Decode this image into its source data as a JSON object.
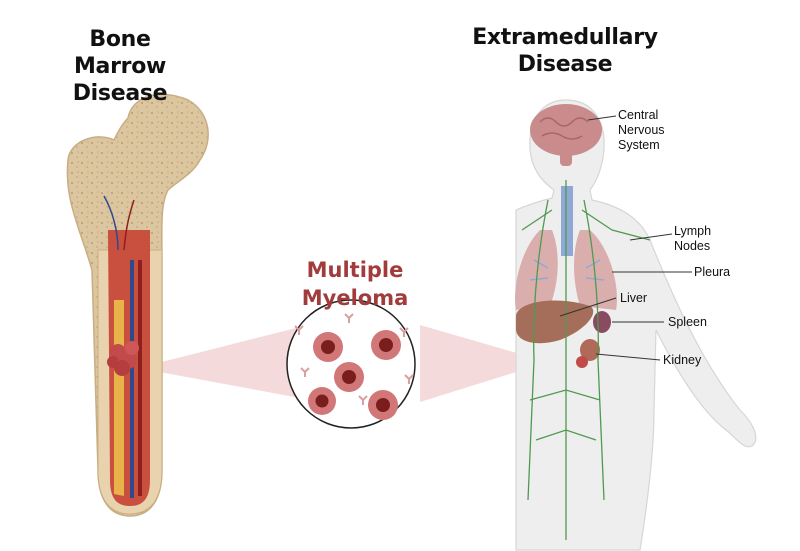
{
  "headings": {
    "left": {
      "line1": "Bone Marrow",
      "line2": "Disease"
    },
    "right": {
      "line1": "Extramedullary",
      "line2": "Disease"
    }
  },
  "center": {
    "line1": "Multiple",
    "line2": "Myeloma"
  },
  "labels": {
    "cns": {
      "line1": "Central",
      "line2": "Nervous",
      "line3": "System"
    },
    "lymph": {
      "line1": "Lymph",
      "line2": "Nodes"
    },
    "pleura": "Pleura",
    "liver": "Liver",
    "spleen": "Spleen",
    "kidney": "Kidney"
  },
  "colors": {
    "title_accent": "#a23b3b",
    "bone": "#d9c19a",
    "marrow": "#c9503f",
    "tumor": "#c24a4a",
    "lymph": "#4e9a4e",
    "organ": "#c96f6f",
    "body_fill": "#eeeeee"
  },
  "icons": [
    "femur-bone-icon",
    "tumor-icon",
    "myeloma-cell-icon",
    "antibody-icon",
    "human-body-icon",
    "brain-icon",
    "lungs-icon",
    "liver-icon",
    "spleen-icon",
    "kidney-icon",
    "lymph-vessel-icon"
  ]
}
